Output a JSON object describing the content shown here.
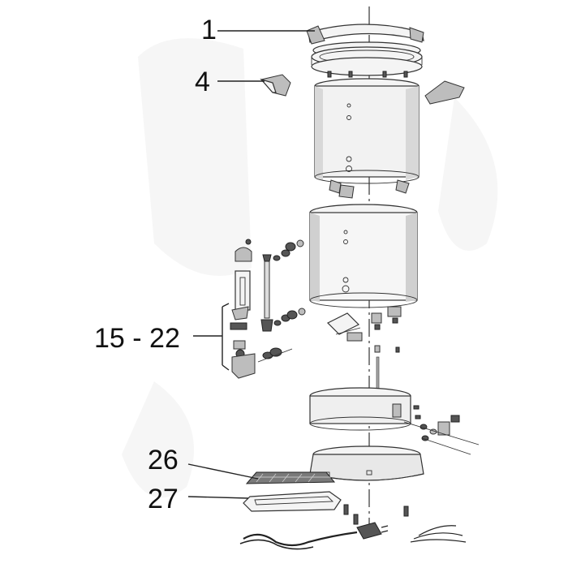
{
  "callouts": [
    {
      "id": "lid",
      "text": "1"
    },
    {
      "id": "handle",
      "text": "4"
    },
    {
      "id": "tap-assembly",
      "text": "15 - 22"
    },
    {
      "id": "filter-mesh",
      "text": "26"
    },
    {
      "id": "base-tray",
      "text": "27"
    }
  ]
}
